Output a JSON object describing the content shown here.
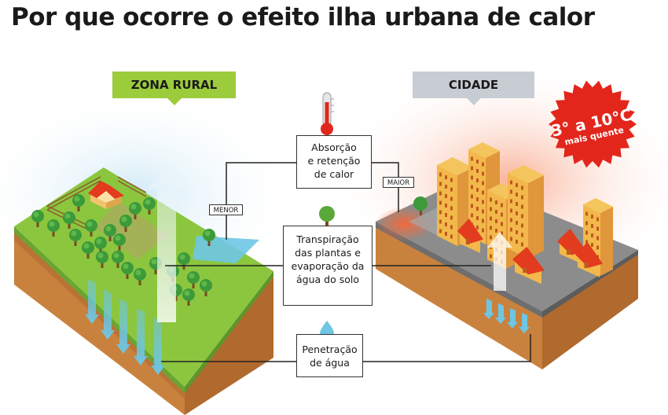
{
  "title": "Por que ocorre o efeito ilha urbana de calor",
  "labels": {
    "rural": "ZONA RURAL",
    "city": "CIDADE",
    "menor": "MENOR",
    "maior": "MAIOR"
  },
  "boxes": {
    "absorption": "Absorção\ne retenção\nde calor",
    "transpiration": "Transpiração\ndas plantas e\nevaporação da\nágua do solo",
    "penetration": "Penetração\nde água"
  },
  "badge": {
    "main": "3° a 10°C",
    "sub": "mais quente"
  },
  "colors": {
    "rural_tag": "#9ccb3b",
    "city_tag": "#c7cdd2",
    "badge": "#e2261c",
    "grass": "#8cc63f",
    "soil": "#c9823d",
    "water": "#6ec6e4",
    "heat": "#f26a3d"
  },
  "icons": [
    "thermometer-icon",
    "tree-icon",
    "water-drop-icon"
  ]
}
